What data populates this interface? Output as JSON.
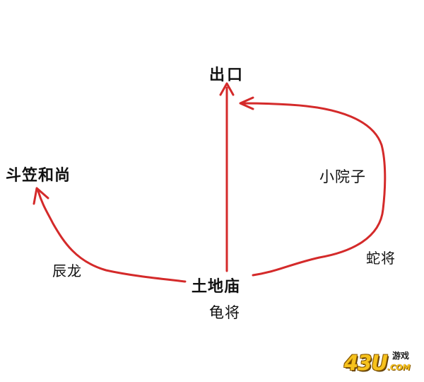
{
  "colors": {
    "background": "#ffffff",
    "route_line": "#d42a2a",
    "text": "#111111",
    "logo_fill": "#f6c21c"
  },
  "nodes": {
    "exit": "出口",
    "monk": "斗笠和尚",
    "yard": "小院子",
    "snake_general": "蛇将",
    "dragon": "辰龙",
    "temple": "土地庙",
    "turtle_general": "龟将"
  },
  "routes": [
    {
      "from": "土地庙",
      "to": "出口",
      "via": ""
    },
    {
      "from": "土地庙",
      "to": "斗笠和尚",
      "via": "辰龙"
    },
    {
      "from": "土地庙",
      "to": "出口",
      "via": "小院子"
    }
  ],
  "logo": {
    "main": "43U",
    "top": "游戏",
    "bottom": ".COM"
  }
}
